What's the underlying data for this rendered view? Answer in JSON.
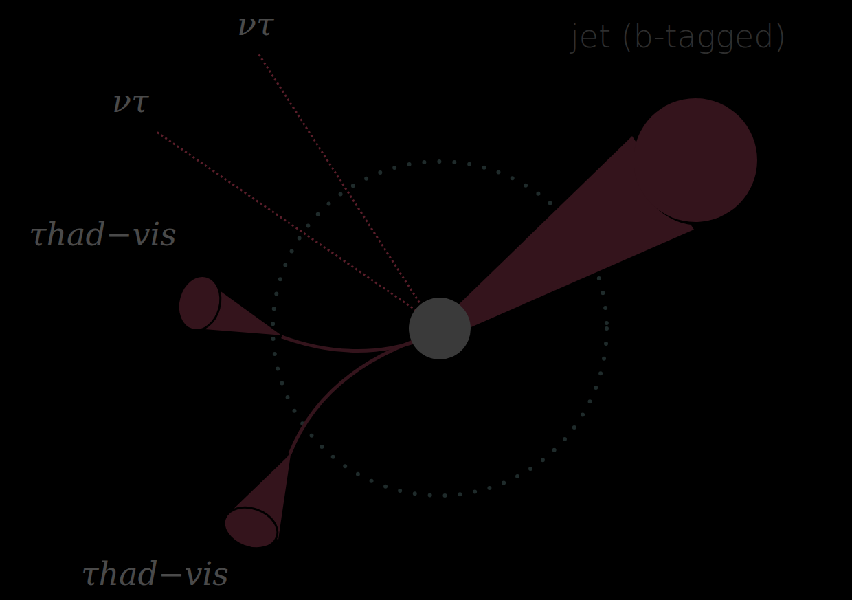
{
  "diagram": {
    "labels": [
      "ντ",
      "ντ",
      "jet (b-tagged)",
      "τhad−vis",
      "τhad−vis"
    ]
  }
}
